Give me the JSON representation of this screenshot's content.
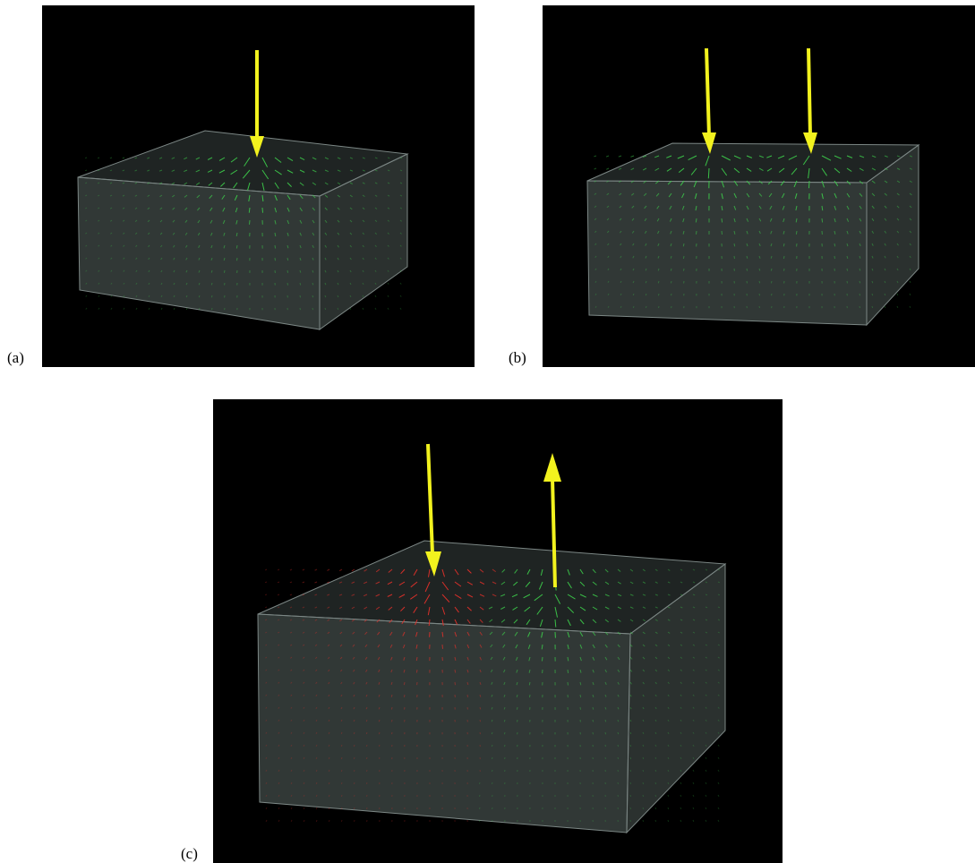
{
  "figure": {
    "panels": [
      {
        "label": "(a)",
        "forces": [
          "down"
        ]
      },
      {
        "label": "(b)",
        "forces": [
          "down",
          "down"
        ]
      },
      {
        "label": "(c)",
        "forces": [
          "down",
          "up"
        ]
      }
    ]
  },
  "colors": {
    "background": "#000000",
    "box_fill": "#5a6663",
    "box_edge": "#7c8785",
    "force_arrow": "#f2f21e",
    "vector_green": "#3cc84a",
    "vector_red": "#e0302a"
  }
}
